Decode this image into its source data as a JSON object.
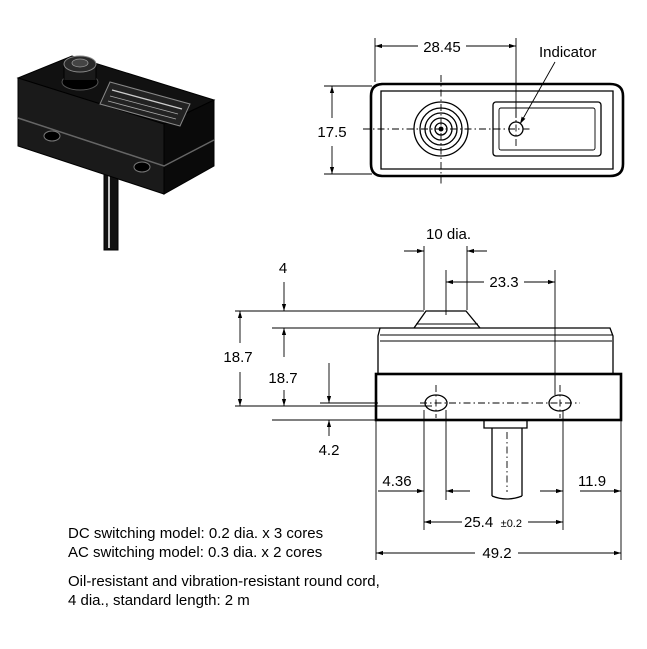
{
  "dimensions": {
    "top_width": "28.45",
    "top_height": "17.5",
    "indicator": "Indicator",
    "button_dia": "10 dia.",
    "button_offset": "23.3",
    "dim_4": "4",
    "height_total": "18.7",
    "height_hole": "18.7",
    "dim_4_2": "4.2",
    "dim_4_36": "4.36",
    "dim_11_9": "11.9",
    "hole_pitch": "25.4",
    "hole_pitch_tol": "±0.2",
    "overall_width": "49.2"
  },
  "notes": {
    "dc_model": "DC switching model: 0.2 dia. x 3 cores",
    "ac_model": "AC switching model: 0.3 dia. x 2 cores",
    "cord_line1": "Oil-resistant and vibration-resistant round cord,",
    "cord_line2": "4 dia., standard length: 2 m"
  }
}
